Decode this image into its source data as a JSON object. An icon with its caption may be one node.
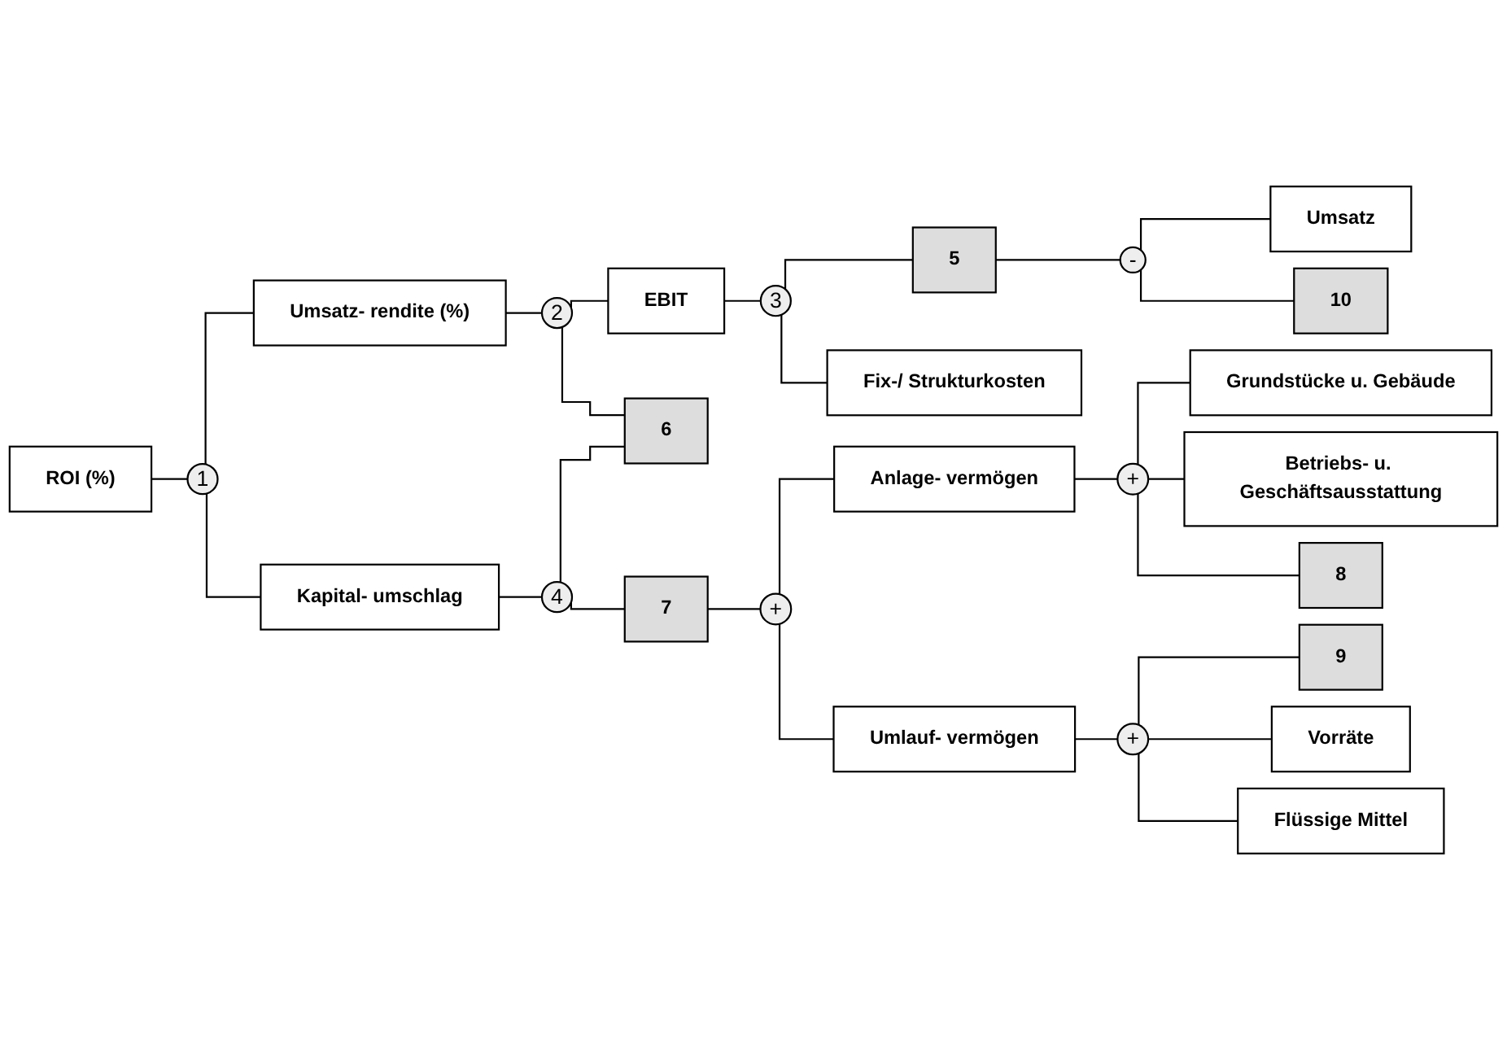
{
  "diagram": {
    "nodes": [
      {
        "text": [
          "ROI (%)"
        ]
      },
      {
        "text": [
          "1"
        ]
      },
      {
        "text": [
          "Umsatz- rendite (%)"
        ]
      },
      {
        "text": [
          "Kapital- umschlag"
        ]
      },
      {
        "text": [
          "2"
        ]
      },
      {
        "text": [
          "EBIT"
        ]
      },
      {
        "text": [
          "6"
        ]
      },
      {
        "text": [
          "3"
        ]
      },
      {
        "text": [
          "5"
        ]
      },
      {
        "text": [
          "Fix-/ Strukturkosten"
        ]
      },
      {
        "text": [
          "-"
        ]
      },
      {
        "text": [
          "Umsatz"
        ]
      },
      {
        "text": [
          "10"
        ]
      },
      {
        "text": [
          "4"
        ]
      },
      {
        "text": [
          "7"
        ]
      },
      {
        "text": [
          "+"
        ]
      },
      {
        "text": [
          "Anlage- vermögen"
        ]
      },
      {
        "text": [
          "Umlauf- vermögen"
        ]
      },
      {
        "text": [
          "+"
        ]
      },
      {
        "text": [
          "Grundstücke u. Gebäude"
        ]
      },
      {
        "text": [
          "Betriebs- u. Geschäftsausstattung"
        ]
      },
      {
        "text": [
          "8"
        ]
      },
      {
        "text": [
          "+"
        ]
      },
      {
        "text": [
          "9"
        ]
      },
      {
        "text": [
          "Vorräte"
        ]
      },
      {
        "text": [
          "Flüssige Mittel"
        ]
      }
    ],
    "edges": [
      {
        "from": 0,
        "to": 1,
        "arrow": "none"
      },
      {
        "from": 1,
        "to": 2,
        "arrow": "none"
      },
      {
        "from": 1,
        "to": 3,
        "arrow": "none"
      },
      {
        "from": 2,
        "to": 4,
        "arrow": "none"
      },
      {
        "from": 4,
        "to": 5,
        "arrow": "none"
      },
      {
        "from": 4,
        "to": 6,
        "arrow": "none"
      },
      {
        "from": 5,
        "to": 7,
        "arrow": "none"
      },
      {
        "from": 7,
        "to": 8,
        "arrow": "none"
      },
      {
        "from": 7,
        "to": 9,
        "arrow": "none"
      },
      {
        "from": 8,
        "to": 10,
        "arrow": "none"
      },
      {
        "from": 10,
        "to": 11,
        "arrow": "none"
      },
      {
        "from": 10,
        "to": 12,
        "arrow": "none"
      },
      {
        "from": 3,
        "to": 13,
        "arrow": "none"
      },
      {
        "from": 13,
        "to": 6,
        "arrow": "none"
      },
      {
        "from": 13,
        "to": 14,
        "arrow": "none"
      },
      {
        "from": 14,
        "to": 15,
        "arrow": "none"
      },
      {
        "from": 15,
        "to": 16,
        "arrow": "none"
      },
      {
        "from": 15,
        "to": 17,
        "arrow": "none"
      },
      {
        "from": 16,
        "to": 18,
        "arrow": "none"
      },
      {
        "from": 18,
        "to": 19,
        "arrow": "none"
      },
      {
        "from": 18,
        "to": 20,
        "arrow": "none"
      },
      {
        "from": 18,
        "to": 21,
        "arrow": "none"
      },
      {
        "from": 17,
        "to": 22,
        "arrow": "none"
      },
      {
        "from": 22,
        "to": 23,
        "arrow": "none"
      },
      {
        "from": 22,
        "to": 24,
        "arrow": "none"
      },
      {
        "from": 22,
        "to": 25,
        "arrow": "none"
      }
    ]
  }
}
